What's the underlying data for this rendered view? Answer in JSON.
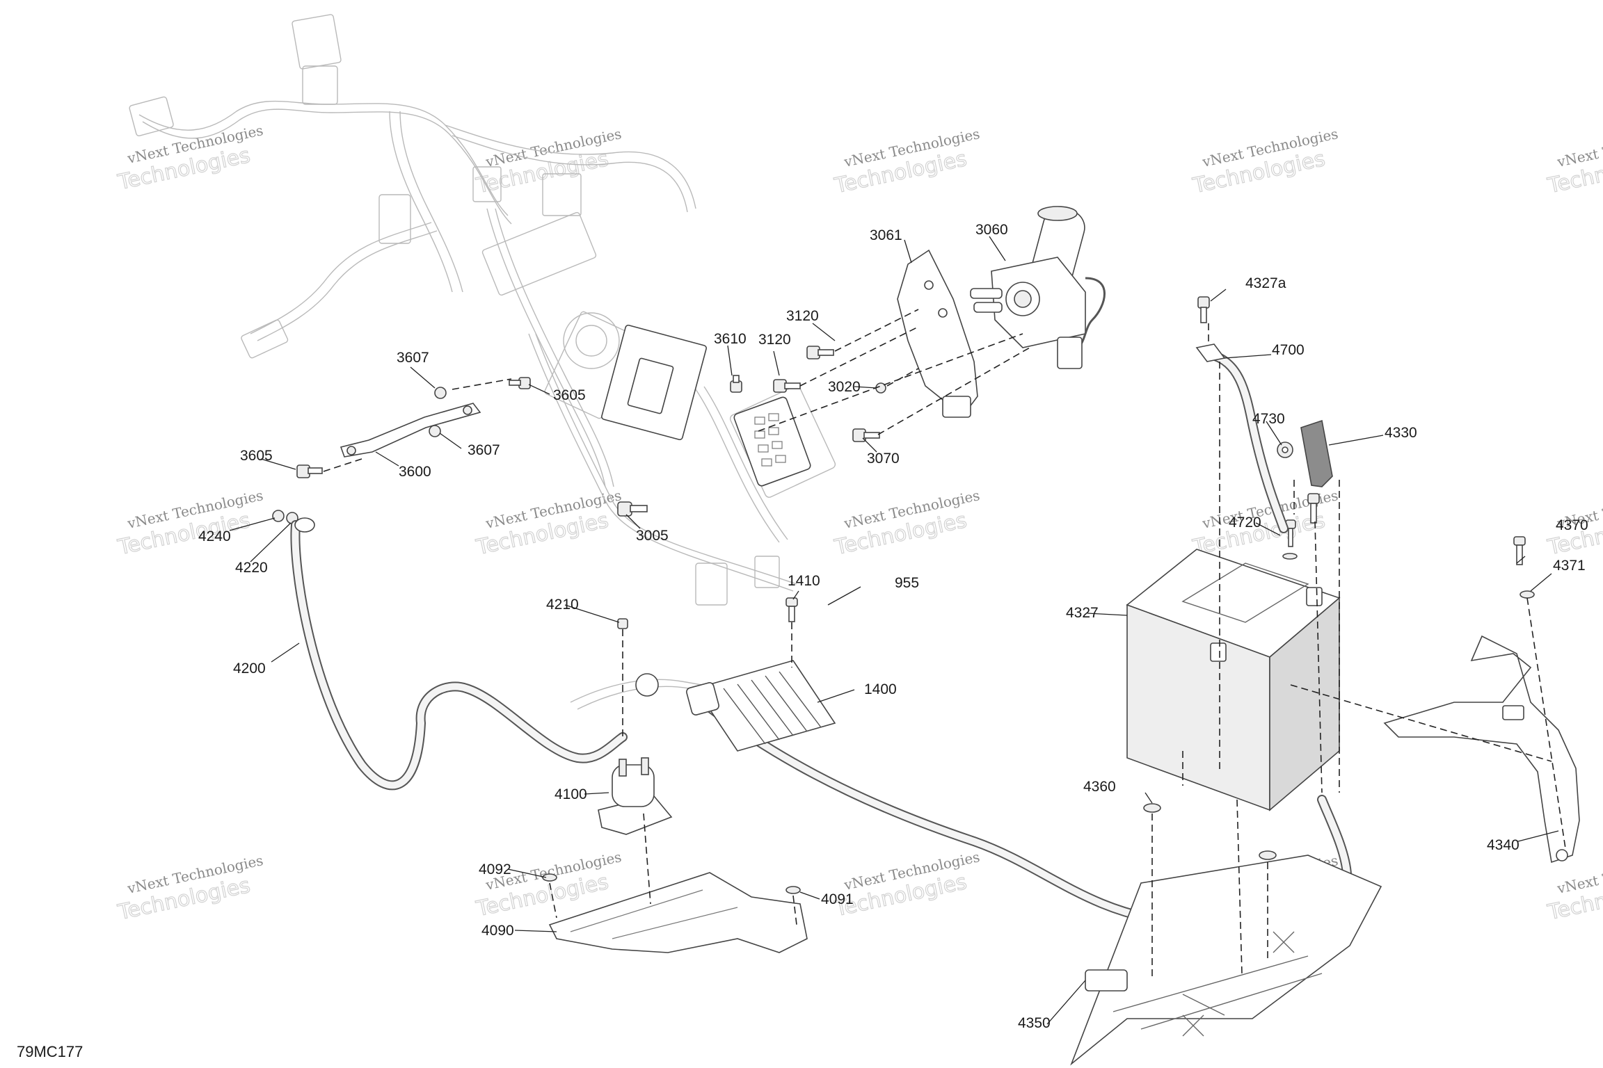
{
  "figure_id": "79MC177",
  "watermark": {
    "line1": "vNext Technologies",
    "line2": "Technologies"
  },
  "callouts": {
    "c3061": "3061",
    "c3060": "3060",
    "c3120a": "3120",
    "c3120b": "3120",
    "c3610": "3610",
    "c3607a": "3607",
    "c3605a": "3605",
    "c3605b": "3605",
    "c3607b": "3607",
    "c3600": "3600",
    "c3020": "3020",
    "c3070": "3070",
    "c3005": "3005",
    "c4327a": "4327a",
    "c4700": "4700",
    "c4730": "4730",
    "c4330": "4330",
    "c4720": "4720",
    "c4327": "4327",
    "c4370": "4370",
    "c4371": "4371",
    "c4240": "4240",
    "c4220": "4220",
    "c4200": "4200",
    "c4210": "4210",
    "c1410": "1410",
    "c955": "955",
    "c1400": "1400",
    "c4100": "4100",
    "c4360": "4360",
    "c4340": "4340",
    "c4092": "4092",
    "c4091": "4091",
    "c4090": "4090",
    "c4350": "4350"
  }
}
